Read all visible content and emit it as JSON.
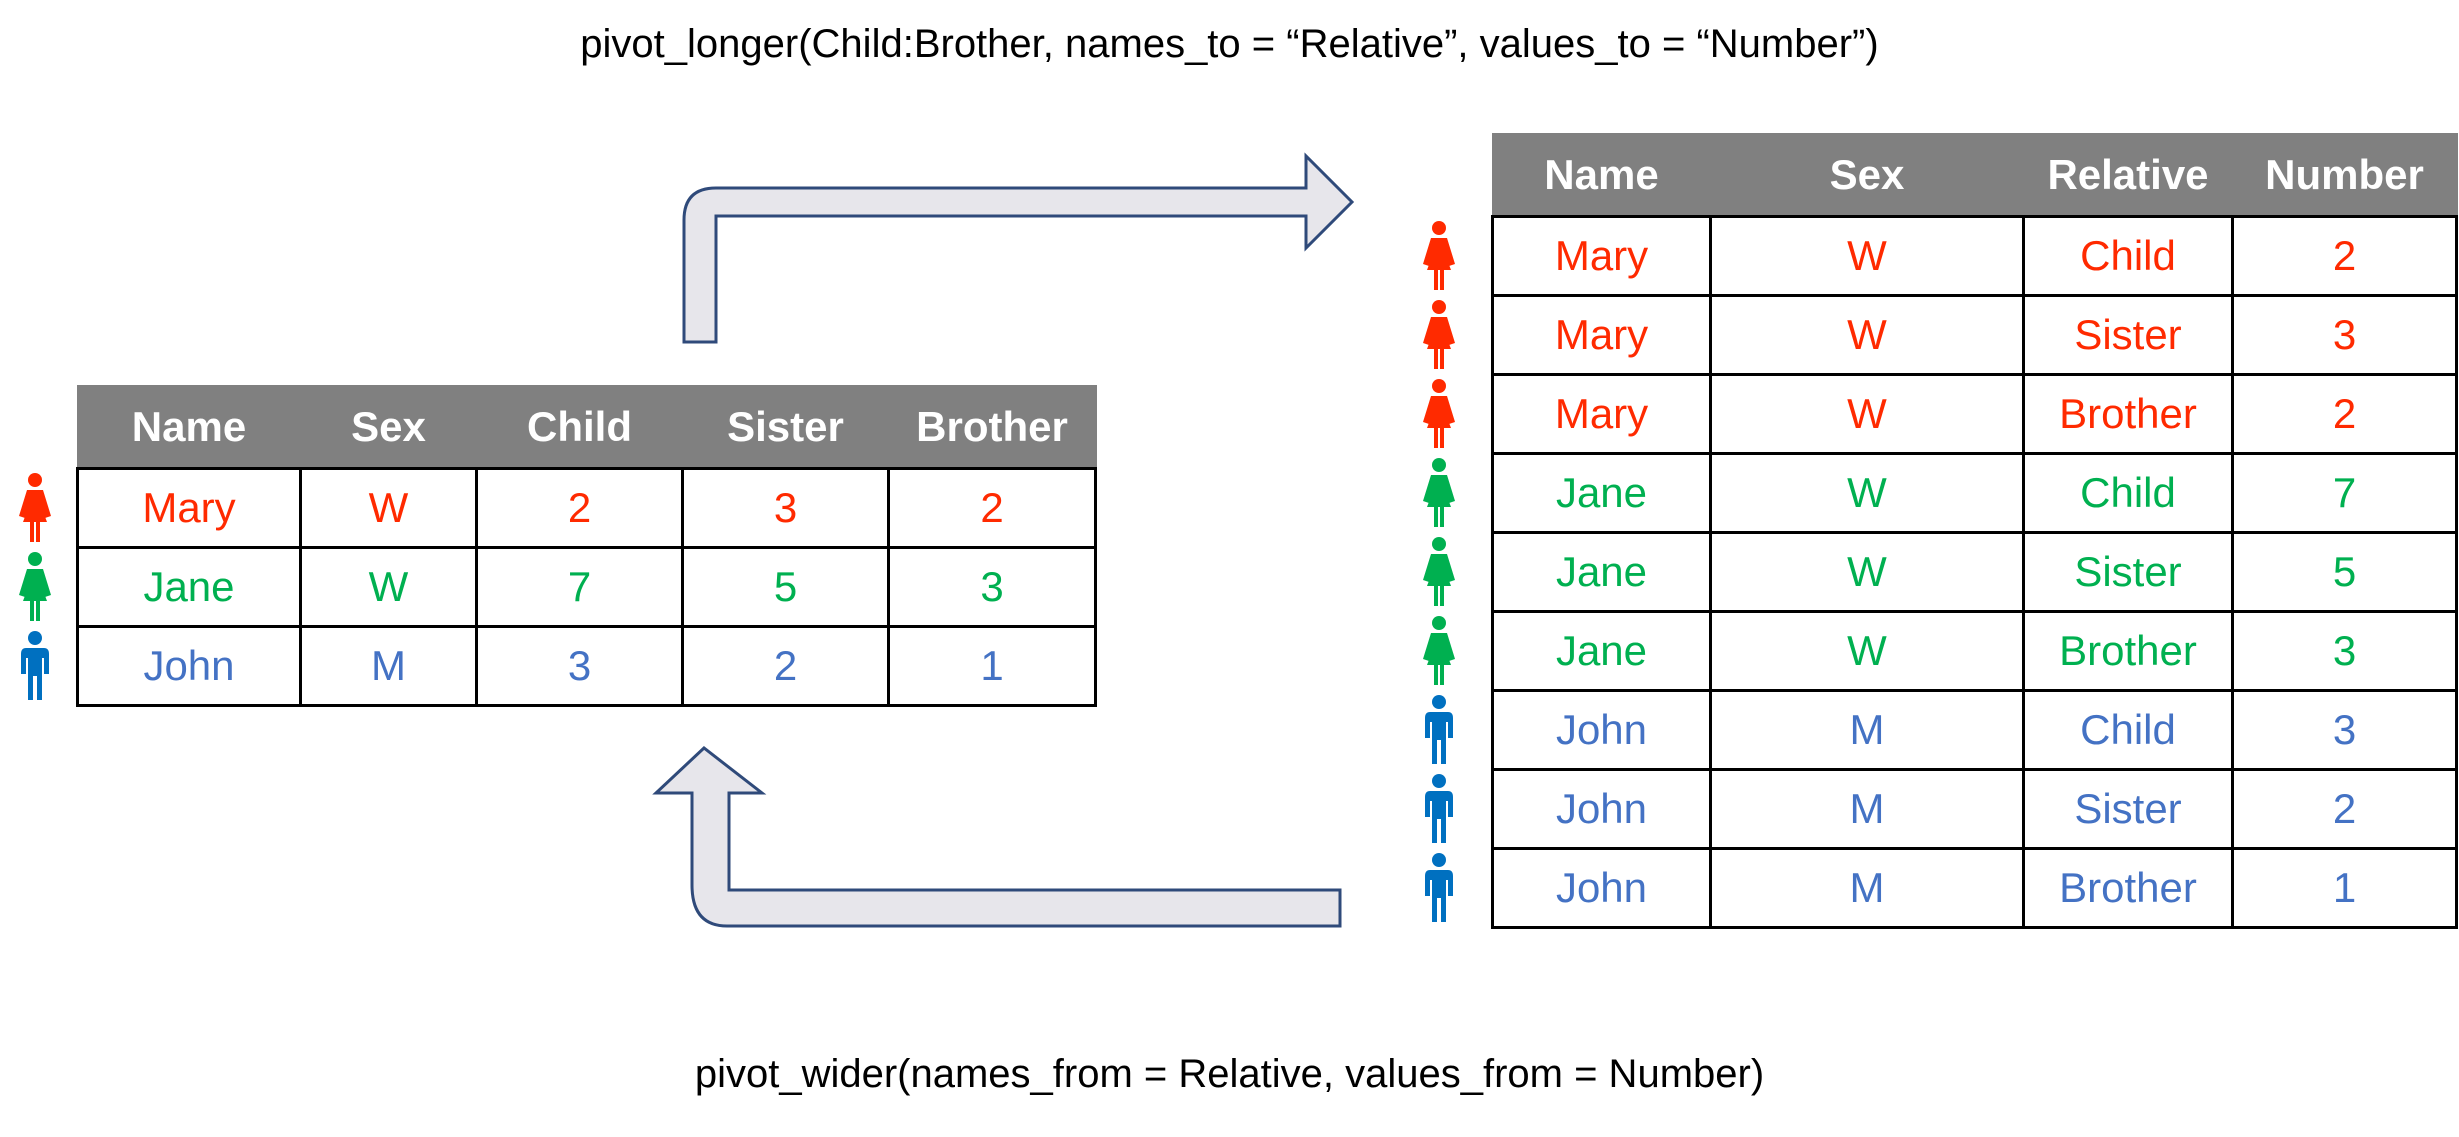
{
  "captions": {
    "top": "pivot_longer(Child:Brother, names_to = “Relative”, values_to = “Number”)",
    "bottom": "pivot_wider(names_from = Relative, values_from = Number)"
  },
  "colors": {
    "Mary": "#FF2A00",
    "Jane": "#00B050",
    "John": "#4472C4",
    "header_bg": "#808080",
    "arrow_fill": "#E7E6EB",
    "arrow_stroke": "#2F4A7A",
    "icon_red": "#FF2A00",
    "icon_green": "#00B050",
    "icon_blue": "#0070C0"
  },
  "wide_table": {
    "headers": [
      "Name",
      "Sex",
      "Child",
      "Sister",
      "Brother"
    ],
    "rows": [
      [
        "Mary",
        "W",
        "2",
        "3",
        "2"
      ],
      [
        "Jane",
        "W",
        "7",
        "5",
        "3"
      ],
      [
        "John",
        "M",
        "3",
        "2",
        "1"
      ]
    ]
  },
  "long_table": {
    "headers": [
      "Name",
      "Sex",
      "Relative",
      "Number"
    ],
    "rows": [
      [
        "Mary",
        "W",
        "Child",
        "2"
      ],
      [
        "Mary",
        "W",
        "Sister",
        "3"
      ],
      [
        "Mary",
        "W",
        "Brother",
        "2"
      ],
      [
        "Jane",
        "W",
        "Child",
        "7"
      ],
      [
        "Jane",
        "W",
        "Sister",
        "5"
      ],
      [
        "Jane",
        "W",
        "Brother",
        "3"
      ],
      [
        "John",
        "M",
        "Child",
        "3"
      ],
      [
        "John",
        "M",
        "Sister",
        "2"
      ],
      [
        "John",
        "M",
        "Brother",
        "1"
      ]
    ]
  }
}
